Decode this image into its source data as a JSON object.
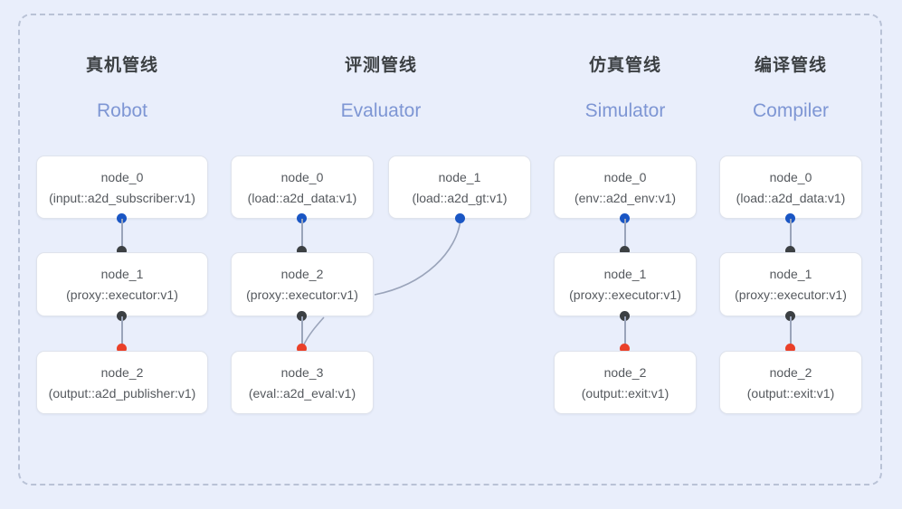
{
  "diagram": {
    "title_visible": false,
    "background_color": "#e9eefb",
    "frame": {
      "style": "dashed",
      "color": "#b9c2d6"
    },
    "port_colors": {
      "output_blue": "#1a56c4",
      "output_red": "#ea4029",
      "input_dark": "#3c4043"
    },
    "edge_color": "#9aa4ba",
    "columns": [
      {
        "id": "robot",
        "title_zh": "真机管线",
        "title_en": "Robot",
        "nodes": [
          {
            "id": "node_0",
            "type": "(input::a2d_subscriber:v1)"
          },
          {
            "id": "node_1",
            "type": "(proxy::executor:v1)"
          },
          {
            "id": "node_2",
            "type": "(output::a2d_publisher:v1)"
          }
        ]
      },
      {
        "id": "evaluator",
        "title_zh": "评测管线",
        "title_en": "Evaluator",
        "nodes": [
          {
            "id": "node_0",
            "type": "(load::a2d_data:v1)"
          },
          {
            "id": "node_1",
            "type": "(load::a2d_gt:v1)"
          },
          {
            "id": "node_2",
            "type": "(proxy::executor:v1)"
          },
          {
            "id": "node_3",
            "type": "(eval::a2d_eval:v1)"
          }
        ]
      },
      {
        "id": "simulator",
        "title_zh": "仿真管线",
        "title_en": "Simulator",
        "nodes": [
          {
            "id": "node_0",
            "type": "(env::a2d_env:v1)"
          },
          {
            "id": "node_1",
            "type": "(proxy::executor:v1)"
          },
          {
            "id": "node_2",
            "type": "(output::exit:v1)"
          }
        ]
      },
      {
        "id": "compiler",
        "title_zh": "编译管线",
        "title_en": "Compiler",
        "nodes": [
          {
            "id": "node_0",
            "type": "(load::a2d_data:v1)"
          },
          {
            "id": "node_1",
            "type": "(proxy::executor:v1)"
          },
          {
            "id": "node_2",
            "type": "(output::exit:v1)"
          }
        ]
      }
    ]
  }
}
